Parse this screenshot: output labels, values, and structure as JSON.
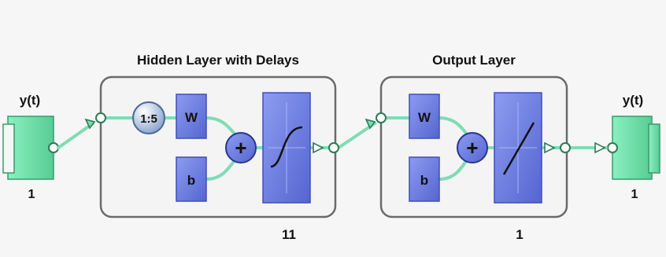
{
  "input": {
    "label": "y(t)",
    "size": "1"
  },
  "hidden_layer": {
    "title": "Hidden Layer with Delays",
    "delay_label": "1:5",
    "weight_label": "W",
    "bias_label": "b",
    "sum_symbol": "+",
    "size": "11",
    "transfer_icon": "sigmoid-curve"
  },
  "output_layer": {
    "title": "Output Layer",
    "weight_label": "W",
    "bias_label": "b",
    "sum_symbol": "+",
    "size": "1",
    "transfer_icon": "linear-line"
  },
  "output": {
    "label": "y(t)",
    "size": "1"
  },
  "colors": {
    "block_blue": "#6f7fe2",
    "block_blue_dark": "#3f4fb8",
    "connector_green": "#7fdcb4",
    "io_green": "#6fe0a8",
    "layer_border": "#6a6a6a",
    "delay_circle": "#9fb8d8"
  }
}
